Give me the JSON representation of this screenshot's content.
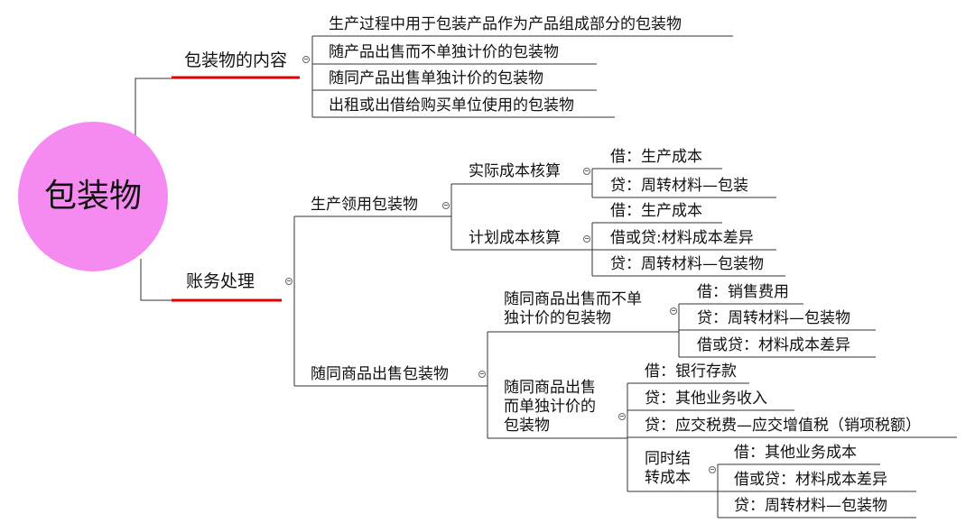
{
  "root": {
    "label": "包装物",
    "color": "#f58af0"
  },
  "branches": {
    "content": {
      "label": "包装物的内容",
      "items": [
        "生产过程中用于包装产品作为产品组成部分的包装物",
        "随产品出售而不单独计价的包装物",
        "随同产品出售单独计价的包装物",
        "出租或出借给购买单位使用的包装物"
      ]
    },
    "accounting": {
      "label": "账务处理",
      "production_use": {
        "label": "生产领用包装物",
        "actual_cost": {
          "label": "实际成本核算",
          "entries": [
            "借：生产成本",
            "贷：周转材料—包装"
          ]
        },
        "planned_cost": {
          "label": "计划成本核算",
          "entries": [
            "借：生产成本",
            "借或贷:材料成本差异",
            "贷：周转材料—包装物"
          ]
        }
      },
      "sale_with_goods": {
        "label": "随同商品出售包装物",
        "not_priced": {
          "label": "随同商品出售而不单\n独计价的包装物",
          "entries": [
            "借：销售费用",
            "贷：周转材料—包装物",
            "借或贷：材料成本差异"
          ]
        },
        "priced": {
          "label": "随同商品出售\n而单独计价的\n包装物",
          "entries": [
            "借：银行存款",
            "贷：其他业务收入",
            "贷：应交税费—应交增值税（销项税额）"
          ],
          "carry_cost": {
            "label": "同时结\n转成本",
            "entries": [
              "借：其他业务成本",
              "借或贷：材料成本差异",
              "贷：周转材料—包装物"
            ]
          }
        }
      }
    }
  },
  "colors": {
    "line": "#333333",
    "accent_underline": "#e00000"
  }
}
